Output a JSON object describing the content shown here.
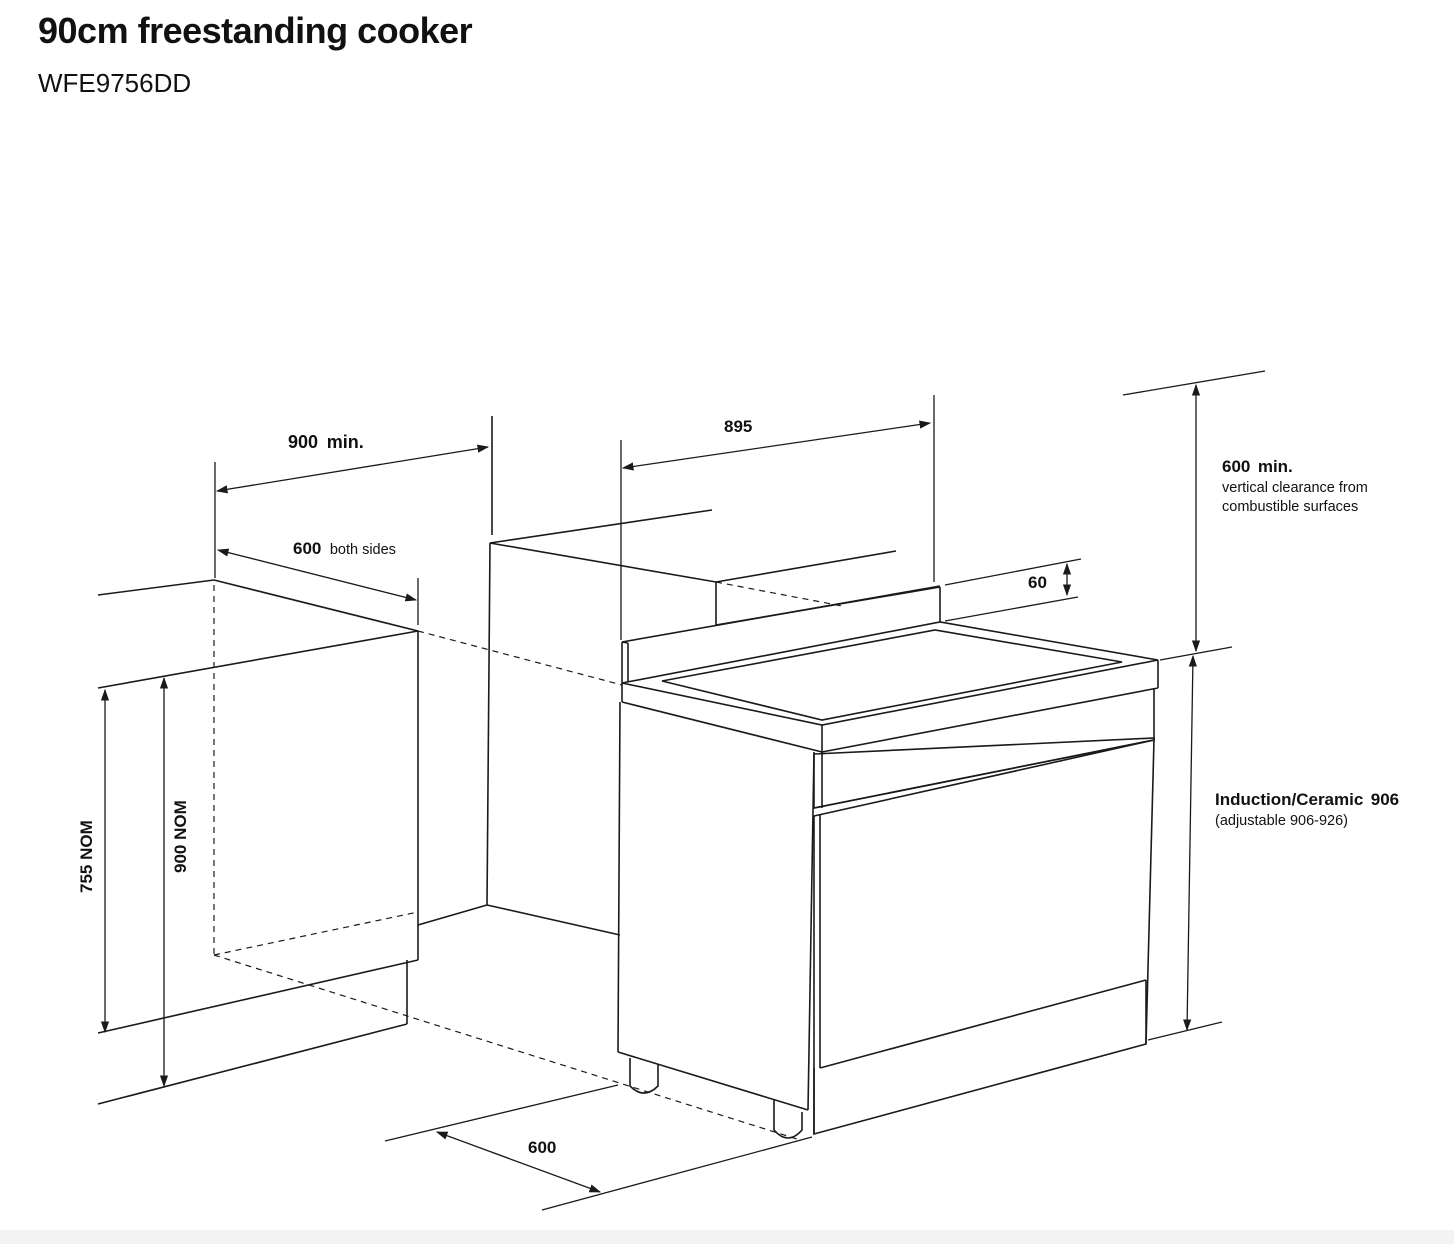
{
  "header": {
    "title": "90cm freestanding cooker",
    "model": "WFE9756DD"
  },
  "dimensions": {
    "clearance_width": {
      "value": "900",
      "suffix": "min."
    },
    "side_clearance": {
      "value": "600",
      "suffix": "both sides"
    },
    "cooker_width": "895",
    "splashback_height": "60",
    "vertical_clearance": {
      "value": "600",
      "suffix": "min.",
      "note_line1": "vertical clearance from",
      "note_line2": "combustible surfaces"
    },
    "cooker_height": {
      "label": "Induction/Ceramic",
      "value": "906",
      "note": "(adjustable 906-926)"
    },
    "bench_height_755": "755 NOM",
    "bench_height_900": "900 NOM",
    "depth": "600"
  }
}
